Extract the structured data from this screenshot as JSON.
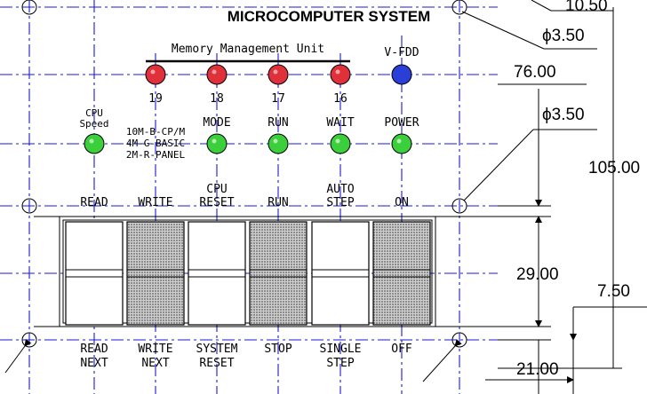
{
  "title": "MICROCOMPUTER SYSTEM",
  "mmu_label": "Memory Management Unit",
  "vfdd_label": "V-FDD",
  "address_leds": [
    {
      "label": "19",
      "color": "#e0303a"
    },
    {
      "label": "18",
      "color": "#e0303a"
    },
    {
      "label": "17",
      "color": "#e0303a"
    },
    {
      "label": "16",
      "color": "#e0303a"
    }
  ],
  "vfdd_led_color": "#2a3fd8",
  "status_leds": {
    "cpu_speed": "CPU\nSpeed",
    "speed_modes": [
      "10M-B-CP/M",
      "4M-G-BASIC",
      "2M-R-PANEL"
    ],
    "labels": [
      "MODE",
      "RUN",
      "WAIT",
      "POWER"
    ],
    "color": "#3ccf3c"
  },
  "top_labels": [
    "READ",
    "WRITE",
    "CPU\nRESET",
    "RUN",
    "AUTO\nSTEP",
    "ON"
  ],
  "bottom_labels": [
    "READ\nNEXT",
    "WRITE\nNEXT",
    "SYSTEM\nRESET",
    "STOP",
    "SINGLE\nSTEP",
    "OFF"
  ],
  "switches": [
    {
      "shaded": false
    },
    {
      "shaded": true
    },
    {
      "shaded": false
    },
    {
      "shaded": true
    },
    {
      "shaded": false
    },
    {
      "shaded": true
    }
  ],
  "dimensions": {
    "d_top": "10.50",
    "hole_top": "ϕ3.50",
    "d76": "76.00",
    "hole_mid": "ϕ3.50",
    "d105": "105.00",
    "d29": "29.00",
    "d7_5": "7.50",
    "d21": "21.00"
  },
  "colors": {
    "centerline": "#1a1ad8",
    "stipple": "#9a9a9a"
  }
}
